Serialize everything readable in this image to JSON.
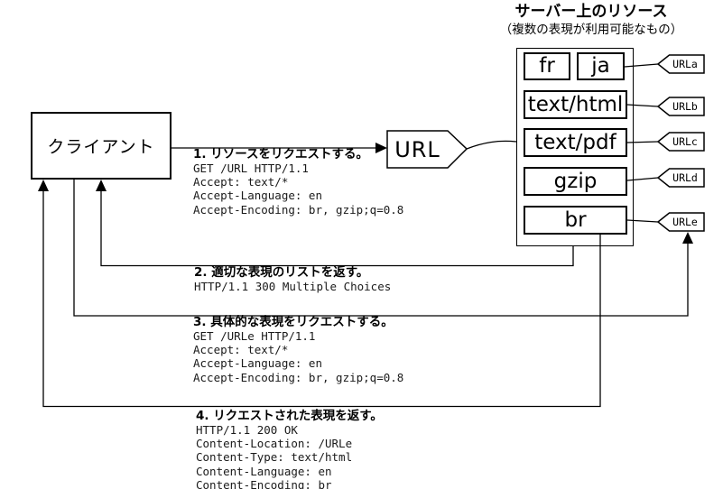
{
  "colors": {
    "ink": "#000000",
    "background": "#ffffff"
  },
  "header": {
    "title": "サーバー上のリソース",
    "subtitle": "（複数の表現が利用可能なもの）"
  },
  "client": {
    "label": "クライアント"
  },
  "url_node": {
    "label": "URL"
  },
  "server": {
    "representations": [
      "fr",
      "ja",
      "text/html",
      "text/pdf",
      "gzip",
      "br"
    ]
  },
  "url_tags": [
    "URLa",
    "URLb",
    "URLc",
    "URLd",
    "URLe"
  ],
  "steps": [
    {
      "heading": "1. リソースをリクエストする。",
      "lines": [
        "GET /URL HTTP/1.1",
        "Accept: text/*",
        "Accept-Language: en",
        "Accept-Encoding: br, gzip;q=0.8"
      ]
    },
    {
      "heading": "2. 適切な表現のリストを返す。",
      "lines": [
        "HTTP/1.1 300 Multiple Choices"
      ]
    },
    {
      "heading": "3. 具体的な表現をリクエストする。",
      "lines": [
        "GET /URLe HTTP/1.1",
        "Accept: text/*",
        "Accept-Language: en",
        "Accept-Encoding: br, gzip;q=0.8"
      ]
    },
    {
      "heading": "4. リクエストされた表現を返す。",
      "lines": [
        "HTTP/1.1 200 OK",
        "Content-Location: /URLe",
        "Content-Type: text/html",
        "Content-Language: en",
        "Content-Encoding: br"
      ]
    }
  ]
}
